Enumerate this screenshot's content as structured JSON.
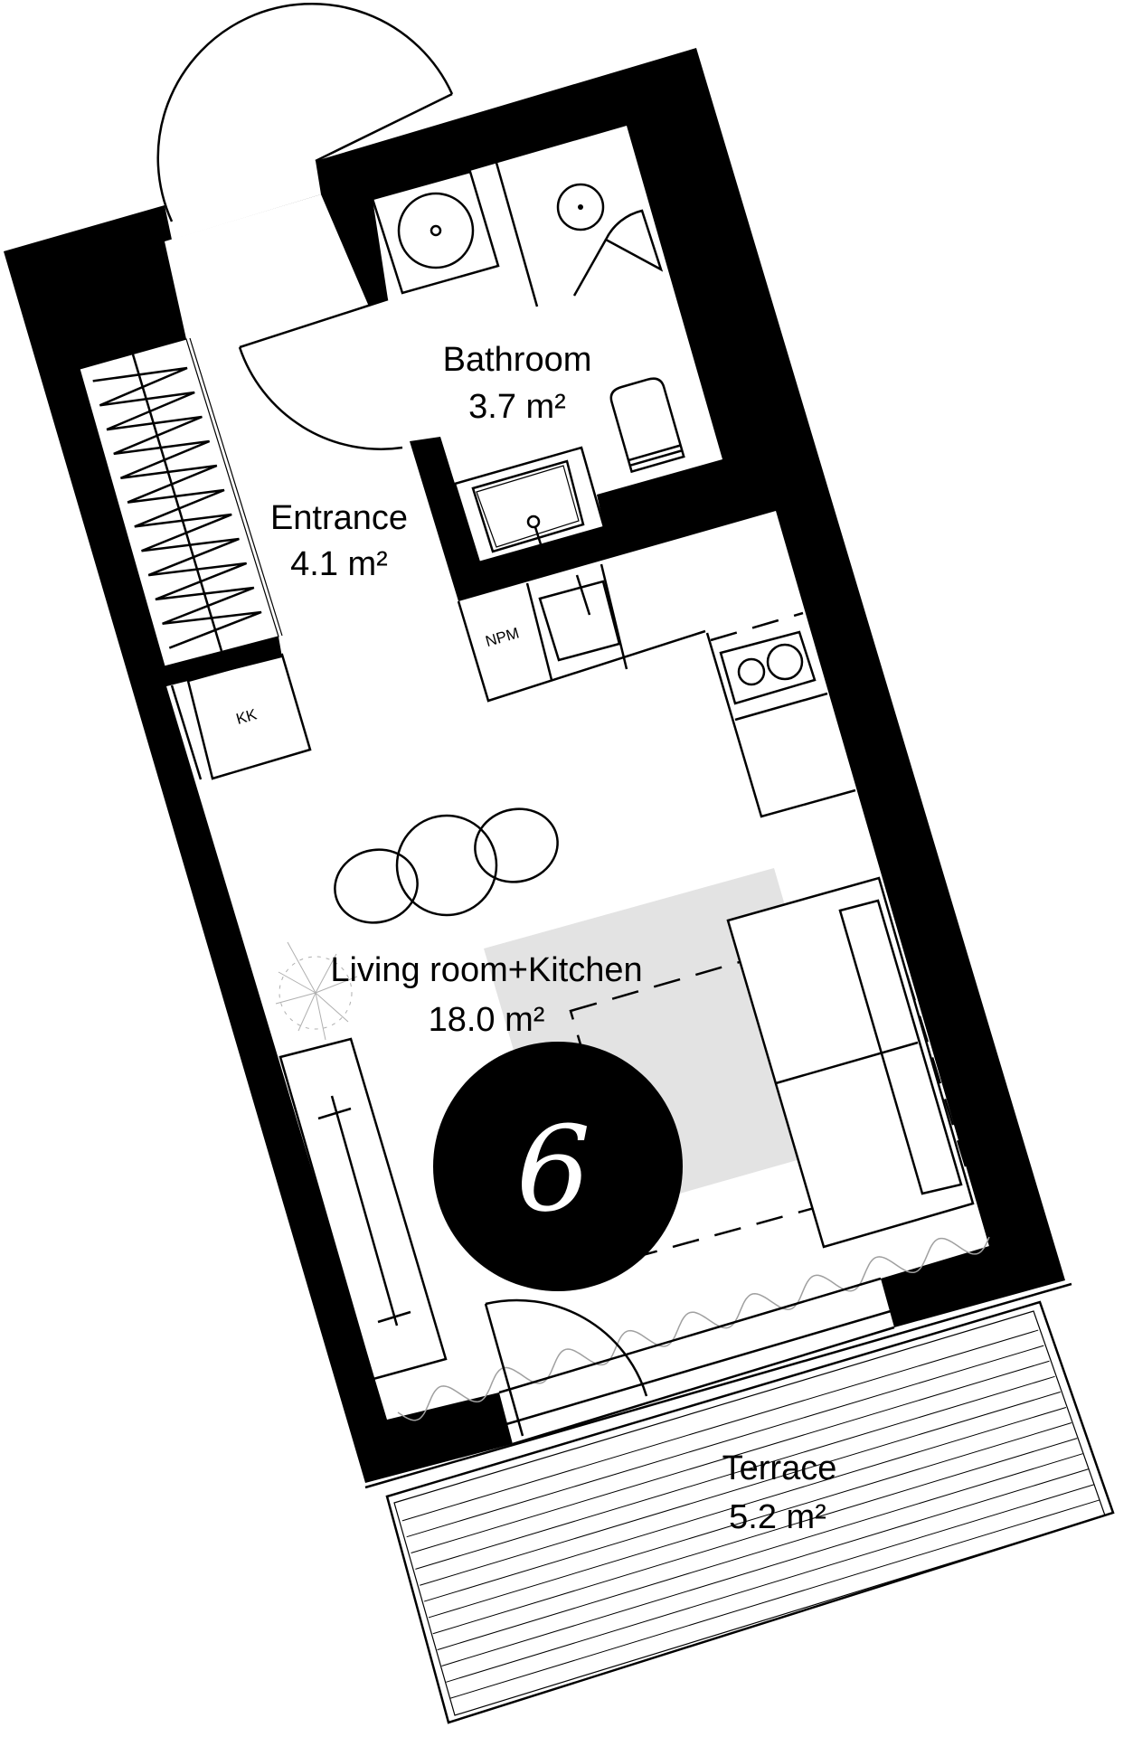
{
  "plan": {
    "unit_number": "6",
    "rooms": [
      {
        "name": "Bathroom",
        "area": "3.7 m²"
      },
      {
        "name": "Entrance",
        "area": "4.1 m²"
      },
      {
        "name": "Living room+Kitchen",
        "area": "18.0 m²"
      },
      {
        "name": "Terrace",
        "area": "5.2 m²"
      }
    ],
    "fixture_labels": {
      "npm": "NPM",
      "kk": "KK"
    },
    "colors": {
      "wall": "#000000",
      "rug": "#e3e3e3",
      "curtain": "#a0a0a0",
      "badge": "#000000"
    }
  }
}
